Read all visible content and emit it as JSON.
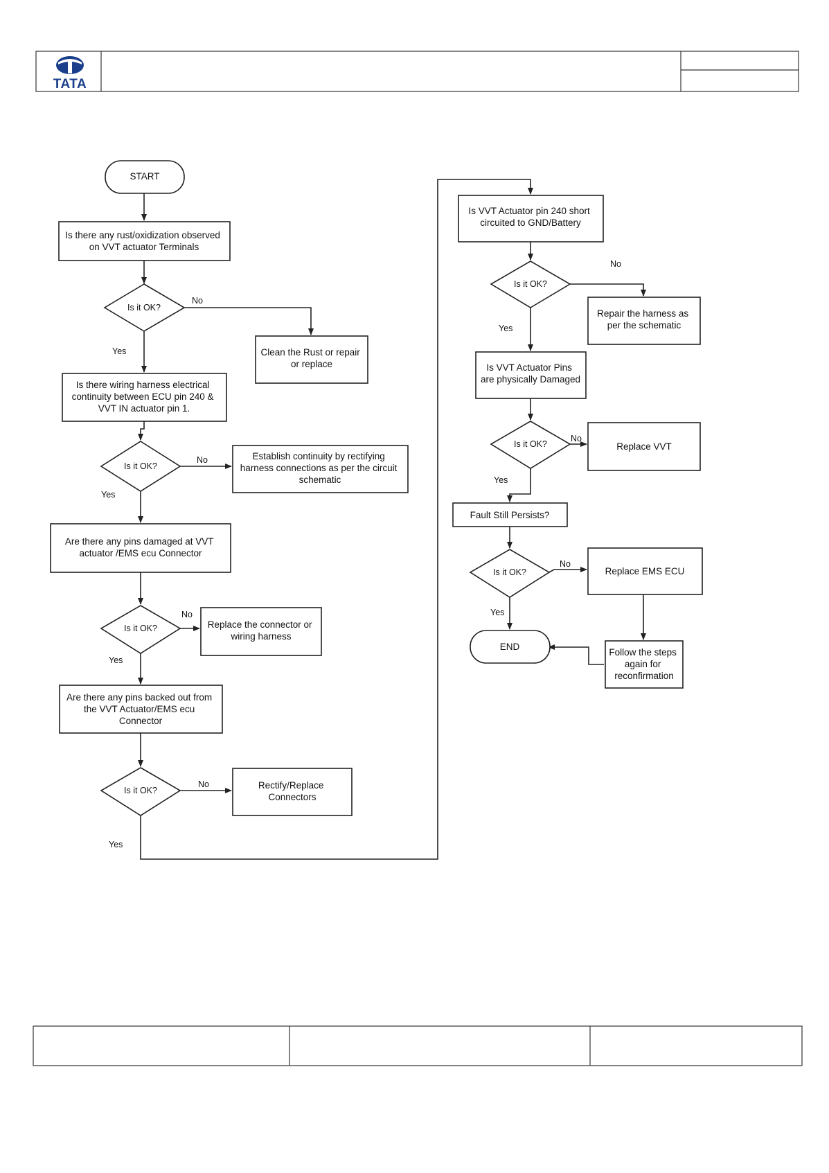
{
  "header": {
    "logo_text": "TATA"
  },
  "nodes": {
    "start": [
      "START"
    ],
    "q_rust": [
      "Is there any rust/oxidization observed",
      "on VVT actuator Terminals"
    ],
    "d1": [
      "Is it OK?"
    ],
    "clean": [
      "Clean the Rust or repair",
      "or replace"
    ],
    "q_continuity": [
      "Is there wiring harness electrical",
      "continuity between ECU pin 240 &",
      "VVT IN actuator pin 1."
    ],
    "d2": [
      "Is it OK?"
    ],
    "establish": [
      "Establish continuity by rectifying",
      "harness connections as per the circuit",
      "schematic"
    ],
    "q_pins_damaged": [
      "Are there any pins damaged at VVT",
      "actuator /EMS ecu Connector"
    ],
    "d3": [
      "Is it OK?"
    ],
    "replace_connector": [
      "Replace the connector or",
      "wiring harness"
    ],
    "q_pins_backed": [
      "Are there any pins backed out from",
      "the VVT Actuator/EMS ecu",
      "Connector"
    ],
    "d4": [
      "Is it OK?"
    ],
    "rectify": [
      "Rectify/Replace",
      "Connectors"
    ],
    "q_short": [
      "Is VVT Actuator pin 240 short",
      "circuited to GND/Battery"
    ],
    "d5": [
      "Is it OK?"
    ],
    "repair_harness": [
      "Repair the harness as",
      "per the schematic"
    ],
    "q_phys_damaged": [
      "Is VVT Actuator Pins",
      "are physically Damaged"
    ],
    "d6": [
      "Is it OK?"
    ],
    "replace_vvt": [
      "Replace VVT"
    ],
    "fault_persists": [
      "Fault Still Persists?"
    ],
    "d7": [
      "Is it OK?"
    ],
    "replace_ecu": [
      "Replace EMS ECU"
    ],
    "end": [
      "END"
    ],
    "follow_steps": [
      "Follow the steps",
      "again for",
      "reconfirmation"
    ]
  },
  "edge_labels": {
    "d1_no": "No",
    "d1_yes": "Yes",
    "d2_no": "No",
    "d2_yes": "Yes",
    "d3_no": "No",
    "d3_yes": "Yes",
    "d4_no": "No",
    "d4_yes": "Yes",
    "d5_no": "No",
    "d5_yes": "Yes",
    "d6_no": "No",
    "d6_yes": "Yes",
    "d7_no": "No",
    "d7_yes": "Yes"
  }
}
